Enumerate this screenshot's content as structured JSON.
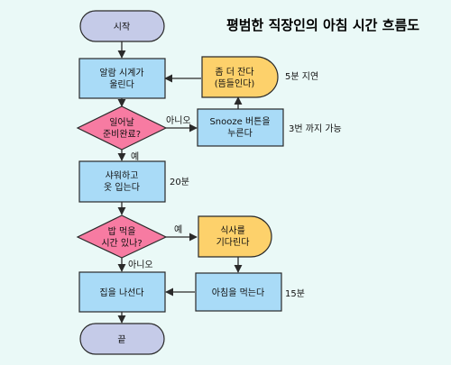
{
  "title": "평범한 직장인의 아침 시간 흐름도",
  "nodes": {
    "start": {
      "text": "시작"
    },
    "alarm": {
      "line1": "알람 시계가",
      "line2": "울린다"
    },
    "wakeup_check": {
      "line1": "일어날",
      "line2": "준비완료?"
    },
    "snooze": {
      "line1": "Snooze 버튼을",
      "line2": "누른다"
    },
    "sleep_more": {
      "line1": "좀 더 잔다",
      "line2": "(뜸들인다)"
    },
    "shower": {
      "line1": "샤워하고",
      "line2": "옷 입는다"
    },
    "eat_check": {
      "line1": "밥 먹을",
      "line2": "시간 있나?"
    },
    "wait_meal": {
      "line1": "식사를",
      "line2": "기다린다"
    },
    "breakfast": {
      "text": "아침을 먹는다"
    },
    "leave": {
      "text": "집을 나선다"
    },
    "end": {
      "text": "끝"
    }
  },
  "edge_labels": {
    "no_snooze": "아니오",
    "yes_shower": "예",
    "yes_meal": "예",
    "no_leave": "아니오"
  },
  "annotations": {
    "delay": "5분 지연",
    "snooze_limit": "3번 까지 가능",
    "shower_time": "20분",
    "breakfast_time": "15분"
  },
  "colors": {
    "background": "#eaf9f7",
    "terminator": "#c5cbe8",
    "process": "#a9dbf7",
    "decision": "#f77ba2",
    "delay": "#fdd16b"
  }
}
